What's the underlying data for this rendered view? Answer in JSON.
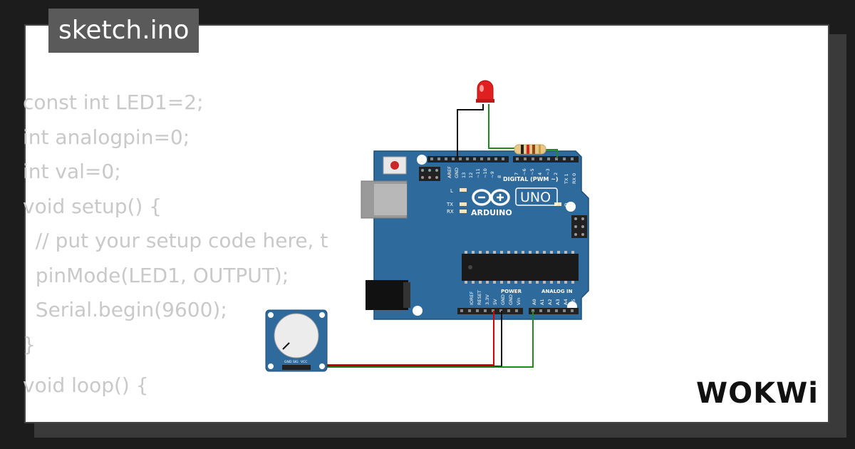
{
  "file_tab": {
    "label": "sketch.ino"
  },
  "code": {
    "lines": [
      "const int LED1=2;",
      "int analogpin=0;",
      "int val=0;",
      "void setup() {",
      "  // put your setup code here, t",
      "  pinMode(LED1, OUTPUT);",
      "  Serial.begin(9600);",
      "}",
      "",
      "void loop() {"
    ]
  },
  "arduino": {
    "model_label": "UNO",
    "brand_label": "ARDUINO",
    "digital_header_label": "DIGITAL (PWM ~)",
    "power_header_label": "POWER",
    "analog_header_label": "ANALOG IN",
    "digital_pins": [
      "AREF",
      "GND",
      "13",
      "12",
      "~11",
      "~10",
      "~9",
      "8",
      "7",
      "~6",
      "~5",
      "4",
      "~3",
      "2",
      "TX 1",
      "RX 0"
    ],
    "power_pins": [
      "IOREF",
      "RESET",
      "3.3V",
      "5V",
      "GND",
      "GND",
      "Vin"
    ],
    "analog_pins": [
      "A0",
      "A1",
      "A2",
      "A3",
      "A4",
      "A5"
    ],
    "led_labels": {
      "l": "L",
      "tx": "TX",
      "rx": "RX",
      "on": "ON"
    },
    "board_color": "#2f6a9c"
  },
  "potentiometer": {
    "pin_labels": [
      "GND",
      "SIG",
      "VCC"
    ]
  },
  "colors": {
    "wire_black": "#111111",
    "wire_green": "#1f8a1f",
    "wire_red": "#d60000",
    "led_red": "#e02020"
  },
  "brand": {
    "wordmark": "WOKWi"
  }
}
